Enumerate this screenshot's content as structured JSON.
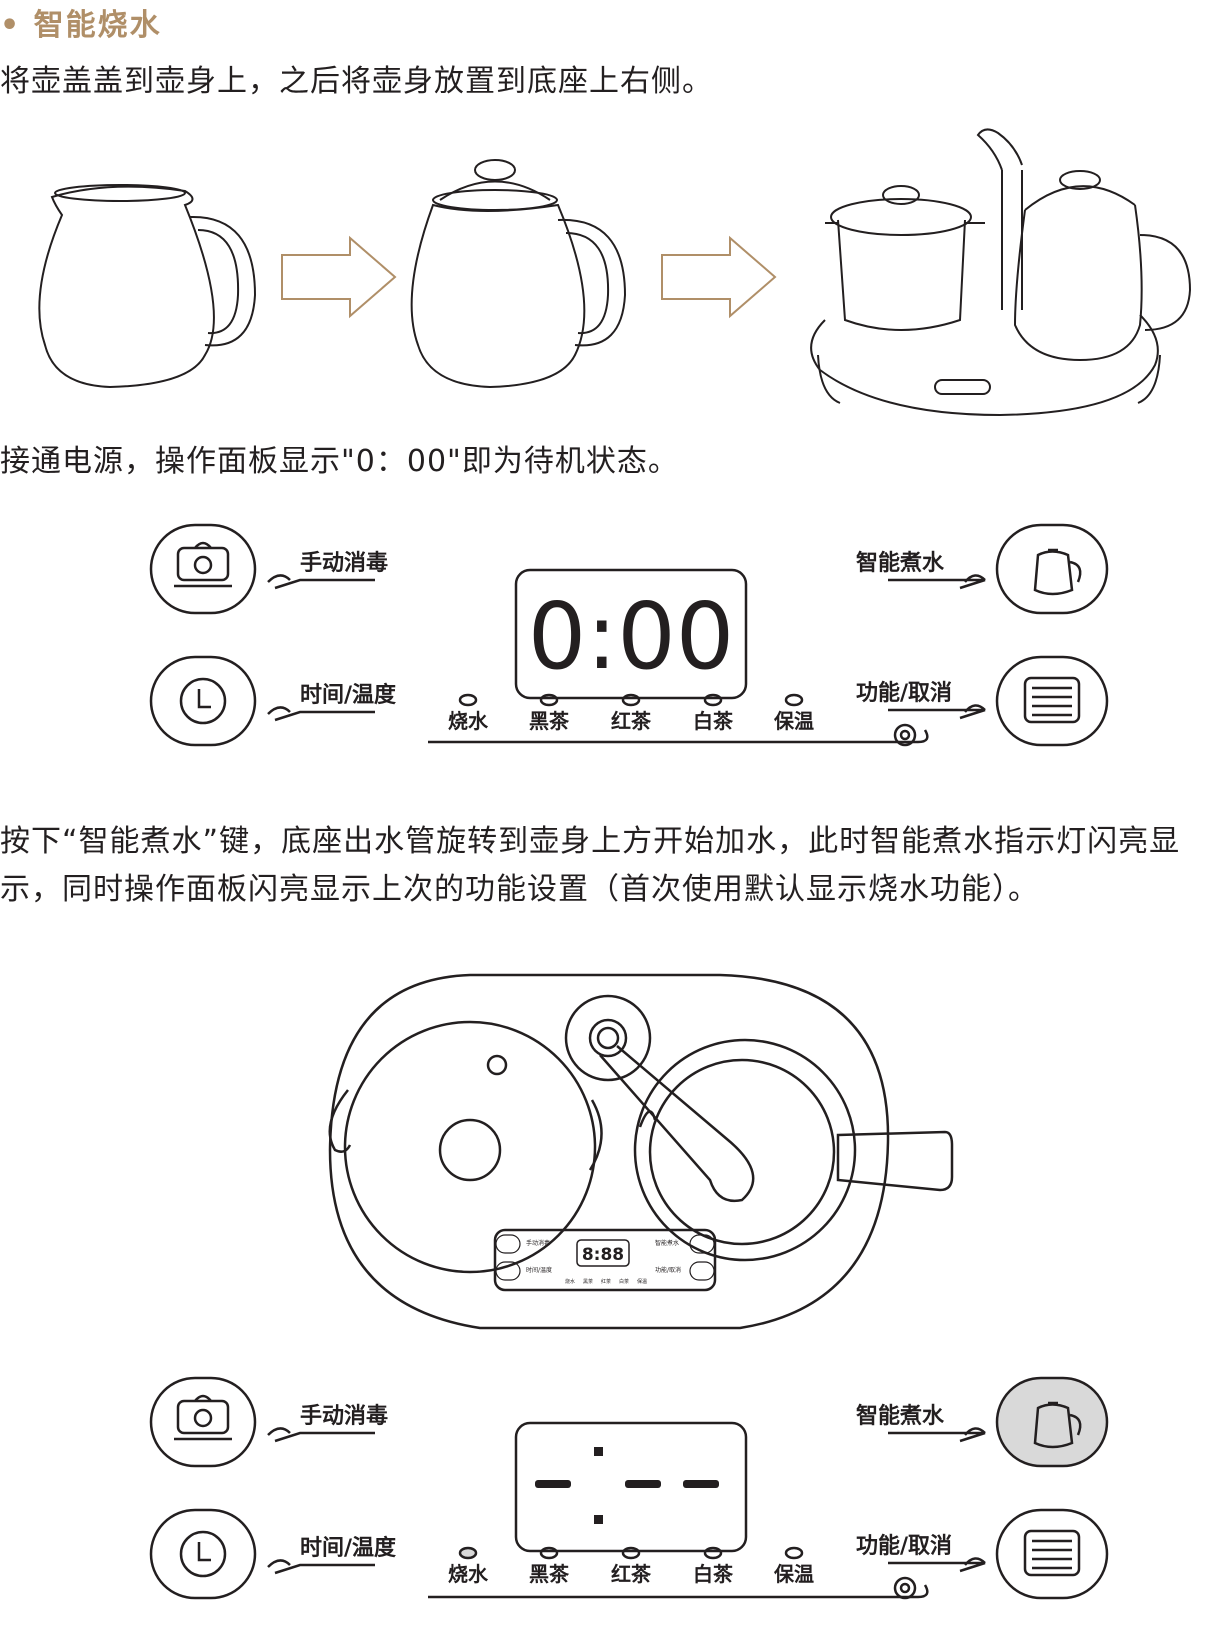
{
  "section": {
    "bullet": "•",
    "title": "智能烧水"
  },
  "paragraphs": {
    "step1": "将壶盖盖到壶身上，之后将壶身放置到底座上右侧。",
    "step2": "接通电源，操作面板显示\"0：00\"即为待机状态。",
    "step3": "按下“智能煮水”键，底座出水管旋转到壶身上方开始加水，此时智能煮水指示灯闪亮显示，同时操作面板闪亮显示上次的功能设置（首次使用默认显示烧水功能）。"
  },
  "panel": {
    "labels": {
      "disinfect": "手动消毒",
      "time_temp": "时间/温度",
      "smart_boil": "智能煮水",
      "func_cancel": "功能/取消"
    },
    "indicators": [
      "烧水",
      "黑茶",
      "红茶",
      "白茶",
      "保温"
    ],
    "standby_display": "0:00"
  },
  "mini_panel": {
    "display": "8:88",
    "labels": {
      "disinfect": "手动消毒",
      "time_temp": "时间/温度",
      "smart_boil": "智能煮水",
      "func_cancel": "功能/取消"
    },
    "indicators": [
      "烧水",
      "黑茶",
      "红茶",
      "白茶",
      "保温"
    ]
  },
  "colors": {
    "heading": "#b08f68",
    "line": "#231f20",
    "arrow": "#b08f68",
    "highlight": "#d9d9d9"
  }
}
